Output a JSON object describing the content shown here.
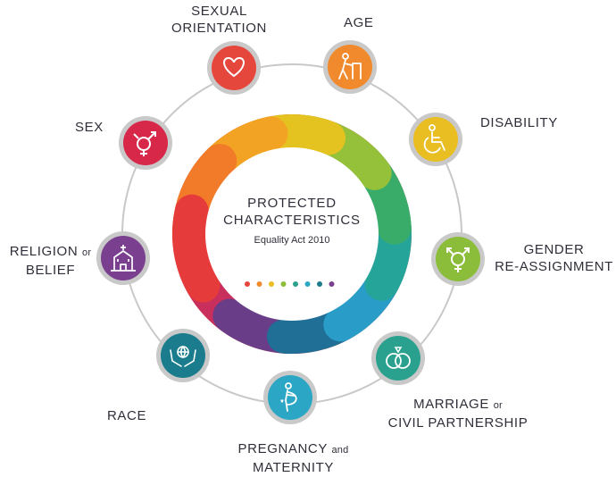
{
  "center": {
    "title_line1": "PROTECTED",
    "title_line2": "CHARACTERISTICS",
    "subtitle": "Equality Act 2010"
  },
  "characteristics": [
    {
      "id": "sexual-orientation",
      "line1": "SEXUAL",
      "line2": "ORIENTATION",
      "icon": "heart-icon",
      "color": "#e5473d"
    },
    {
      "id": "age",
      "line1": "AGE",
      "icon": "walking-frame-icon",
      "color": "#f08a2c"
    },
    {
      "id": "disability",
      "line1": "DISABILITY",
      "icon": "wheelchair-icon",
      "color": "#e9be23"
    },
    {
      "id": "gender-reassignment",
      "line1": "GENDER",
      "line2": "RE-ASSIGNMENT",
      "icon": "transgender-symbol-icon",
      "color": "#8bbd3a"
    },
    {
      "id": "marriage",
      "line1": "MARRIAGE",
      "line1_small": "or",
      "line2": "CIVIL PARTNERSHIP",
      "icon": "rings-icon",
      "color": "#2aa18e"
    },
    {
      "id": "pregnancy",
      "line1": "PREGNANCY",
      "line1_small": "and",
      "line2": "MATERNITY",
      "icon": "pregnant-woman-icon",
      "color": "#2ba6c4"
    },
    {
      "id": "race",
      "line1": "RACE",
      "icon": "globe-hands-icon",
      "color": "#1a7c8c"
    },
    {
      "id": "religion",
      "line1": "RELIGION",
      "line1_small": "or",
      "line2": "BELIEF",
      "icon": "church-icon",
      "color": "#7a3f8e"
    },
    {
      "id": "sex",
      "line1": "SEX",
      "icon": "gender-symbols-icon",
      "color": "#d8284a"
    }
  ],
  "ring_colors": [
    "#e53b3a",
    "#f27b2a",
    "#f3a324",
    "#e4c21f",
    "#94c03a",
    "#3aac6a",
    "#25a59a",
    "#2a9cc8",
    "#1f6f96",
    "#6a3d88",
    "#c92f5c"
  ],
  "dot_colors": [
    "#e5473d",
    "#f08a2c",
    "#e9be23",
    "#8bbd3a",
    "#2aa18e",
    "#2ba6c4",
    "#1a7c8c",
    "#7a3f8e"
  ]
}
